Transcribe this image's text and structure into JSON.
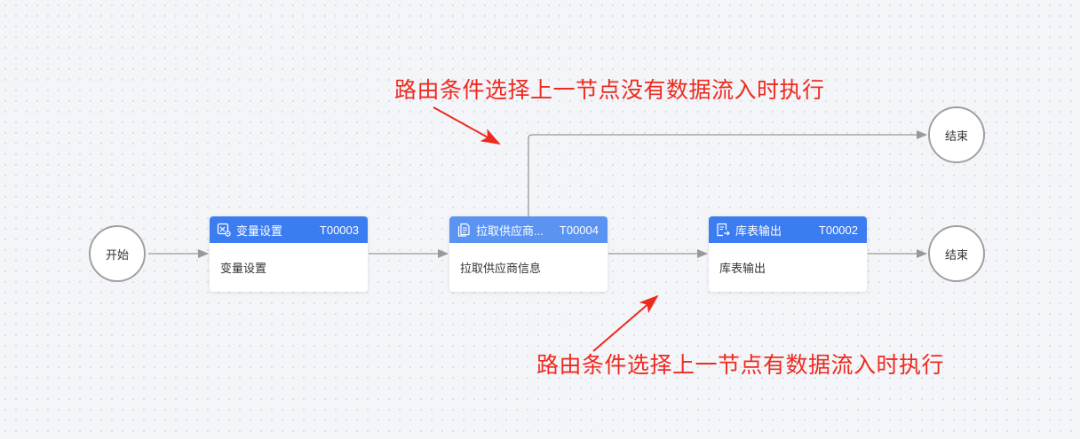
{
  "nodes": {
    "start": {
      "label": "开始"
    },
    "end_top": {
      "label": "结束"
    },
    "end_bottom": {
      "label": "结束"
    },
    "task_var": {
      "title": "变量设置",
      "code": "T00003",
      "body": "变量设置"
    },
    "task_pull": {
      "title": "拉取供应商...",
      "code": "T00004",
      "body": "拉取供应商信息"
    },
    "task_out": {
      "title": "库表输出",
      "code": "T00002",
      "body": "库表输出"
    }
  },
  "annotations": {
    "top": "路由条件选择上一节点没有数据流入时执行",
    "bottom": "路由条件选择上一节点有数据流入时执行"
  },
  "colors": {
    "header_blue": "#3b7cf0",
    "header_light_blue": "#5b93f2",
    "annotation_red": "#ee2a1f",
    "edge_gray": "#999999"
  }
}
